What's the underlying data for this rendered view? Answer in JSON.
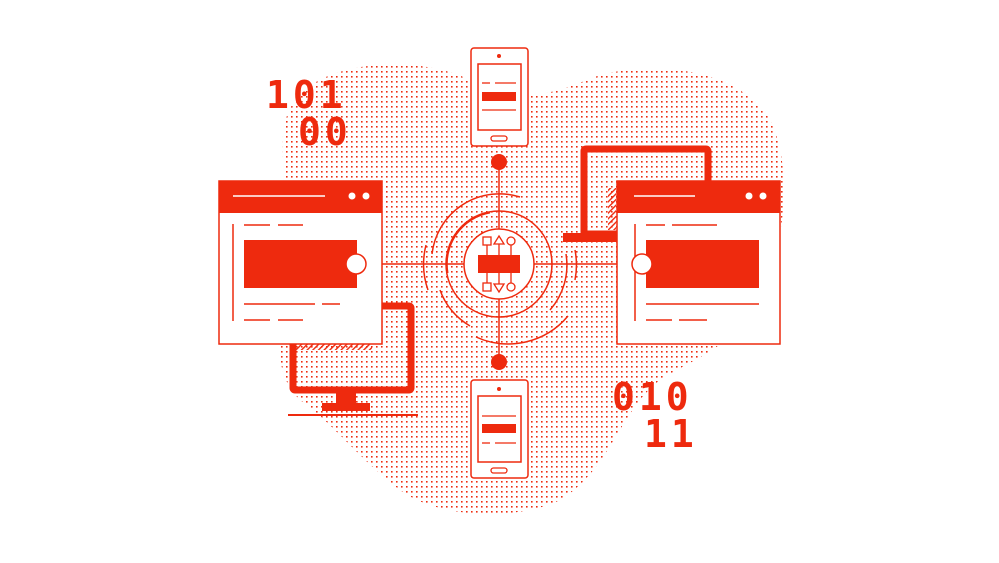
{
  "illustration": {
    "subject": "network-integration-hub",
    "colors": {
      "primary": "#ee2a0e",
      "dot_pattern": "#ee2a0e",
      "background": "#ffffff",
      "content_fill": "#ffffff"
    },
    "binary_top_left": {
      "line1": "101",
      "line2": "00"
    },
    "binary_bottom_right": {
      "line1": "010",
      "line2": "11"
    },
    "nodes": [
      {
        "id": "browser-window-left",
        "type": "browser-window"
      },
      {
        "id": "desktop-monitor",
        "type": "monitor"
      },
      {
        "id": "browser-window-right",
        "type": "browser-window"
      },
      {
        "id": "laptop",
        "type": "laptop"
      },
      {
        "id": "phone-top",
        "type": "smartphone"
      },
      {
        "id": "phone-bottom",
        "type": "smartphone"
      },
      {
        "id": "central-hub",
        "type": "hub",
        "icons": [
          "square",
          "triangle-up",
          "circle",
          "square",
          "triangle-down",
          "circle"
        ]
      }
    ]
  }
}
